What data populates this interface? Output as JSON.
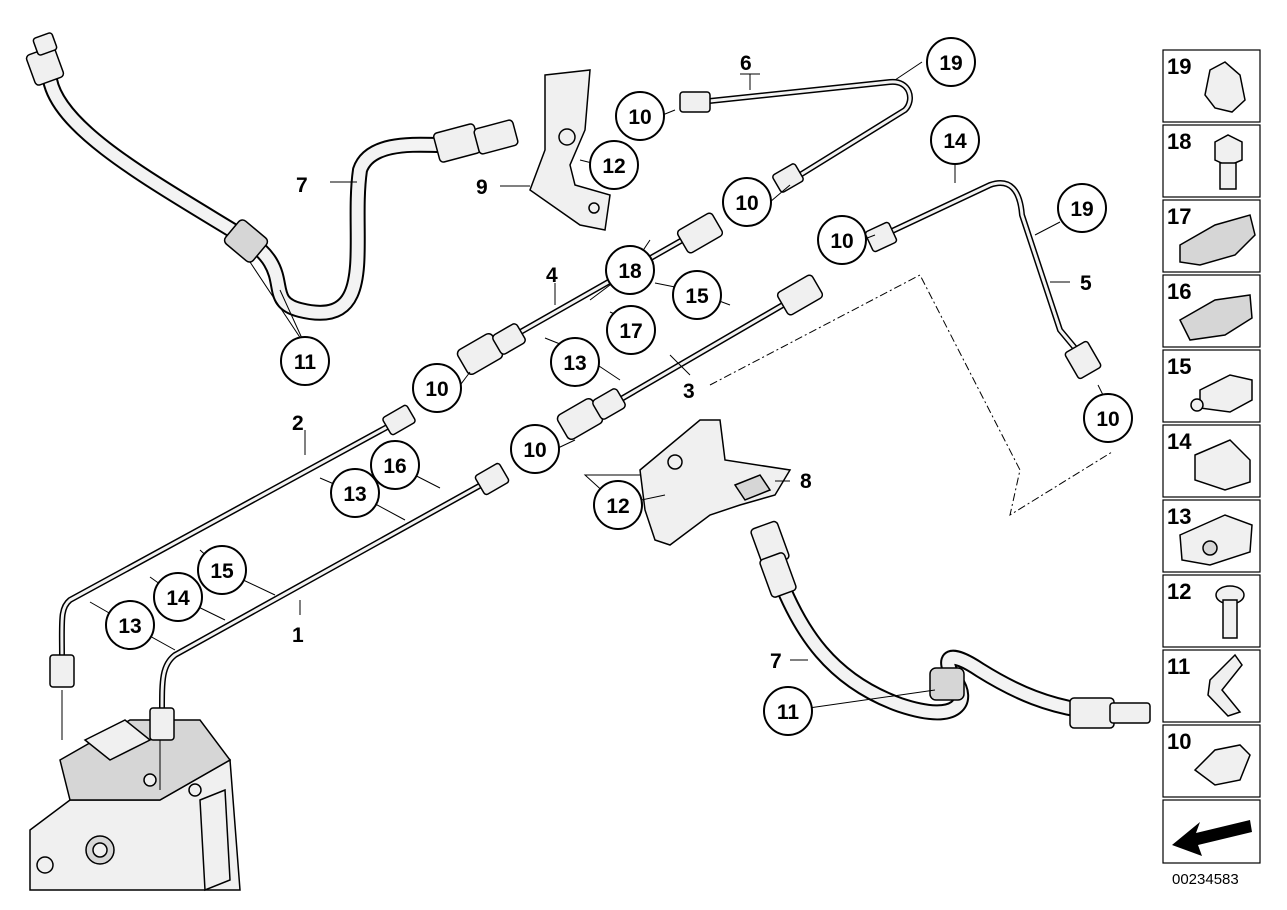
{
  "callouts": [
    {
      "id": "c19a",
      "label": "19"
    },
    {
      "id": "c10a",
      "label": "10"
    },
    {
      "id": "c12a",
      "label": "12"
    },
    {
      "id": "c10b",
      "label": "10"
    },
    {
      "id": "c14a",
      "label": "14"
    },
    {
      "id": "c19b",
      "label": "19"
    },
    {
      "id": "c10c",
      "label": "10"
    },
    {
      "id": "c18a",
      "label": "18"
    },
    {
      "id": "c15a",
      "label": "15"
    },
    {
      "id": "c17a",
      "label": "17"
    },
    {
      "id": "c13a",
      "label": "13"
    },
    {
      "id": "c10d",
      "label": "10"
    },
    {
      "id": "c11a",
      "label": "11"
    },
    {
      "id": "c10e",
      "label": "10"
    },
    {
      "id": "c16a",
      "label": "16"
    },
    {
      "id": "c13b",
      "label": "13"
    },
    {
      "id": "c10f",
      "label": "10"
    },
    {
      "id": "c12b",
      "label": "12"
    },
    {
      "id": "c15b",
      "label": "15"
    },
    {
      "id": "c14b",
      "label": "14"
    },
    {
      "id": "c13c",
      "label": "13"
    },
    {
      "id": "c11b",
      "label": "11"
    }
  ],
  "labels": [
    {
      "id": "l6",
      "label": "6"
    },
    {
      "id": "l7a",
      "label": "7"
    },
    {
      "id": "l9",
      "label": "9"
    },
    {
      "id": "l4",
      "label": "4"
    },
    {
      "id": "l5",
      "label": "5"
    },
    {
      "id": "l3",
      "label": "3"
    },
    {
      "id": "l2",
      "label": "2"
    },
    {
      "id": "l8",
      "label": "8"
    },
    {
      "id": "l1",
      "label": "1"
    },
    {
      "id": "l7b",
      "label": "7"
    }
  ],
  "legend": [
    "19",
    "18",
    "17",
    "16",
    "15",
    "14",
    "13",
    "12",
    "11",
    "10"
  ],
  "doc_number": "00234583"
}
